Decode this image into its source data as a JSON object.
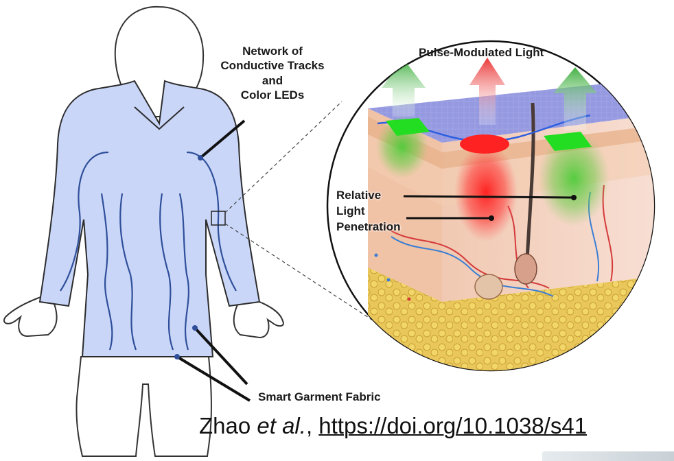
{
  "labels": {
    "network": [
      "Network of",
      "Conductive Tracks",
      "and",
      "Color LEDs"
    ],
    "pulse": "Pulse-Modulated Light",
    "relative": [
      "Relative",
      "Light",
      "Penetration"
    ],
    "fabric": "Smart Garment Fabric"
  },
  "citation": {
    "author": "Zhao ",
    "etal": "et al.",
    "sep": ", ",
    "link": "https://doi.org/10.1038/s41"
  },
  "colors": {
    "garment": "#c9d6f8",
    "track": "#2f4f9a",
    "skin_top": "#8e93dc",
    "dermis": "#f2c6b4",
    "fat": "#e6c04a",
    "led_green": "#22dd22",
    "led_red": "#ff2222"
  }
}
